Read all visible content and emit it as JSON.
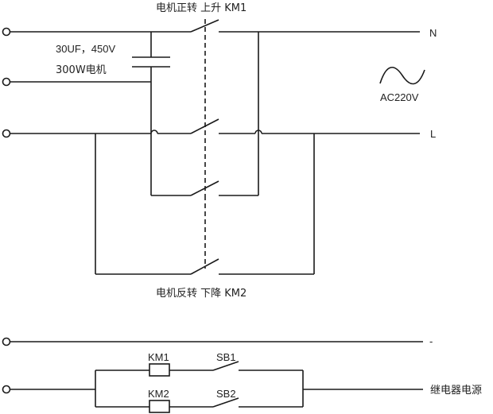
{
  "labels": {
    "forward_title": "电机正转 上升 KM1",
    "reverse_title": "电机反转 下降 KM2",
    "capacitor_spec": "30UF，450V",
    "motor_spec": "300W电机",
    "line_n": "N",
    "line_l": "L",
    "ac_source": "AC220V",
    "minus": "-",
    "relay_power": "继电器电源",
    "relay_km1": "KM1",
    "relay_km2": "KM2",
    "switch_sb1": "SB1",
    "switch_sb2": "SB2"
  },
  "icons": {
    "terminal": "terminal-circle-icon",
    "ac_wave": "sine-wave-icon"
  }
}
